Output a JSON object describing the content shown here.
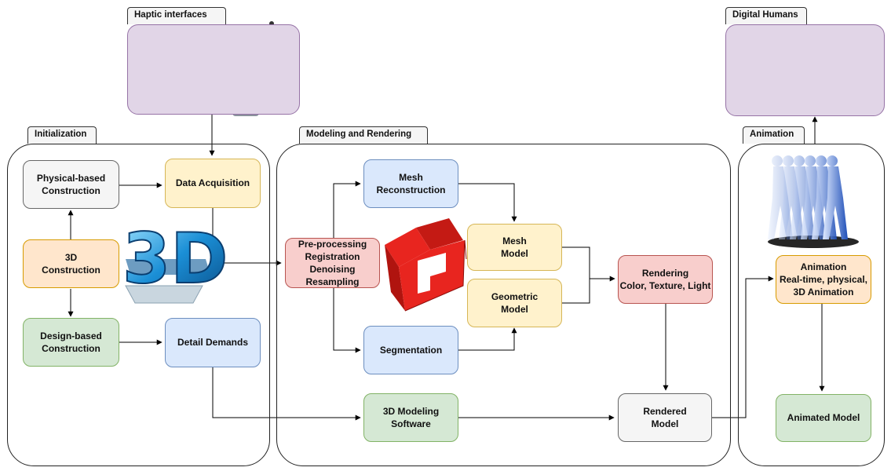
{
  "groups": {
    "haptic": "Haptic interfaces",
    "digital_humans": "Digital Humans",
    "initialization": "Initialization",
    "modeling": "Modeling and Rendering",
    "animation": "Animation"
  },
  "nodes": {
    "physical_construction": "Physical-based\nConstruction",
    "data_acquisition": "Data Acquisition",
    "construction_3d": "3D\nConstruction",
    "design_construction": "Design-based\nConstruction",
    "detail_demands": "Detail Demands",
    "preprocessing": "Pre-processing\nRegistration\nDenoising\nResampling",
    "mesh_reconstruction": "Mesh\nReconstruction",
    "mesh_model": "Mesh\nModel",
    "geometric_model": "Geometric\nModel",
    "segmentation": "Segmentation",
    "rendering": "Rendering\nColor, Texture, Light",
    "modeling_software": "3D Modeling\nSoftware",
    "rendered_model": "Rendered\nModel",
    "animation_node": "Animation\nReal-time, physical,\n3D Animation",
    "animated_model": "Animated Model"
  },
  "logo_text": "3D",
  "colors": {
    "blue": "#dae8fc",
    "yellow": "#fff2cc",
    "green": "#d5e8d4",
    "orange": "#ffe6cc",
    "red": "#f8cecc",
    "gray": "#f5f5f5",
    "purple": "#e1d5e7",
    "sketchup_red": "#e8251f"
  }
}
